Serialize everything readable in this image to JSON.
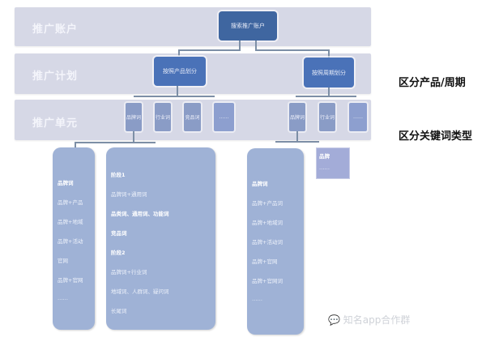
{
  "rows": [
    {
      "label": "推广账户"
    },
    {
      "label": "推广计划"
    },
    {
      "label": "推广单元"
    }
  ],
  "account": {
    "label": "搜索推广账户"
  },
  "plans": [
    {
      "label": "按照产品划分"
    },
    {
      "label": "按照周期划分"
    }
  ],
  "units": {
    "left": [
      {
        "label": "品牌词"
      },
      {
        "label": "行业词"
      },
      {
        "label": "竞品词"
      },
      {
        "label": "……"
      }
    ],
    "right": [
      {
        "label": "品牌词"
      },
      {
        "label": "行业词"
      },
      {
        "label": "……"
      }
    ]
  },
  "annotations": {
    "plan_note": "区分产品/周期",
    "unit_note": "区分关键词类型"
  },
  "columns": {
    "left": [
      "品牌词",
      "品牌+产品",
      "品牌+地域",
      "品牌+活动",
      "官网",
      "品牌+官网",
      "……"
    ],
    "middle": [
      "阶段1",
      "品牌词+通用词",
      "品类词、通用词、功能词",
      "竞品词",
      "阶段2",
      "品牌词+行业词",
      "地域词、人群词、疑问词",
      "长尾词"
    ],
    "right": [
      "品牌词",
      "品牌+产品词",
      "品牌+地域词",
      "品牌+活动词",
      "品牌+官网",
      "品牌+官网词",
      "……"
    ],
    "small_box": [
      "品牌",
      "……"
    ]
  },
  "watermark": "知名app合作群",
  "colors": {
    "band": "#d6d8e6",
    "account_node": "#3f66a0",
    "plan_node": "#4a72b8",
    "unit_node": "#8a9cc6",
    "column": "#9fb2d6"
  }
}
